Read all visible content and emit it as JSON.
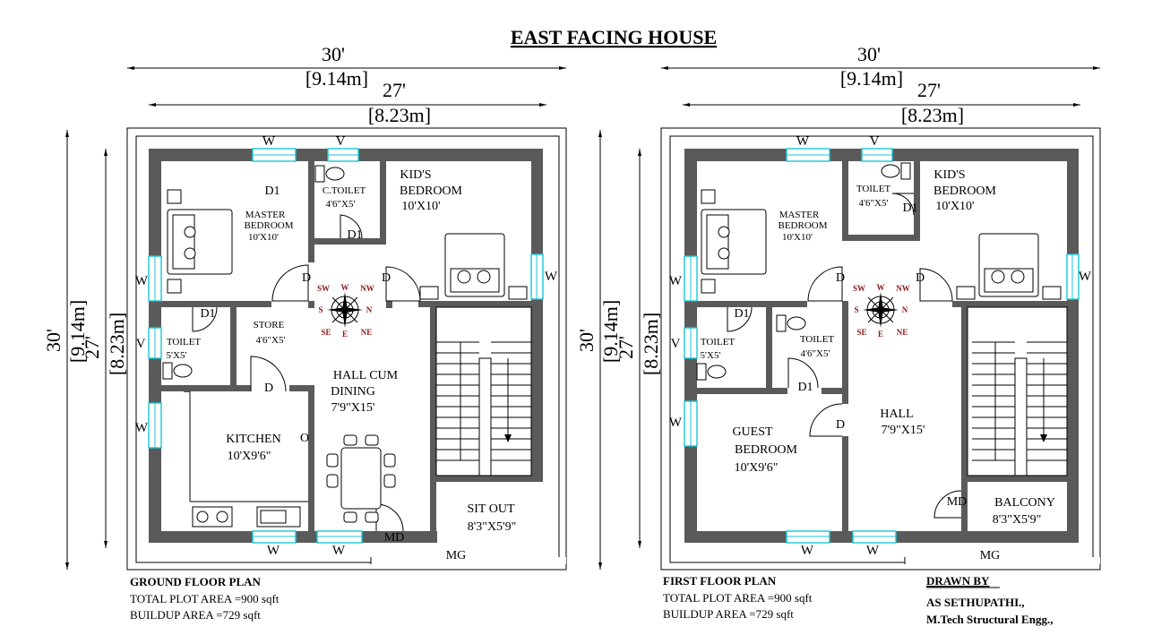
{
  "title": "EAST FACING HOUSE",
  "plans": [
    {
      "dims": {
        "outer_w_ft": "30'",
        "outer_w_m": "[9.14m]",
        "inner_w_ft": "27'",
        "inner_w_m": "[8.23m]",
        "outer_h_ft": "30'",
        "outer_h_m": "[9.14m]",
        "inner_h_ft": "27'",
        "inner_h_m": "[8.23m]"
      },
      "rooms": {
        "master_d1": "D1",
        "master_name": "MASTER",
        "master_name2": "BEDROOM",
        "master_size": "10'X10'",
        "ctoilet_name": "C.TOILET",
        "ctoilet_size": "4'6\"X5'",
        "ctoilet_d1": "D1",
        "kids_name": "KID'S",
        "kids_name2": "BEDROOM",
        "kids_size": "10'X10'",
        "toilet_name": "TOILET",
        "toilet_size": "5'X5'",
        "toilet_d1": "D1",
        "store_name": "STORE",
        "store_size": "4'6\"X5'",
        "store_d": "D",
        "hall_name": "HALL CUM",
        "hall_name2": "DINING",
        "hall_size": "7'9\"X15'",
        "kitchen_name": "KITCHEN",
        "kitchen_size": "10'X9'6\"",
        "kitchen_o": "O",
        "sitout_name": "SIT OUT",
        "sitout_size": "8'3\"X5'9\"",
        "md": "MD",
        "mg": "MG",
        "d_left": "D",
        "d_right": "D"
      },
      "marks": {
        "w_top": "W",
        "v_top": "V",
        "w_left1": "W",
        "v_left": "V",
        "w_left2": "W",
        "w_right": "W",
        "w_bot1": "W",
        "w_bot2": "W"
      },
      "caption": "GROUND FLOOR PLAN",
      "plot_area": "TOTAL PLOT AREA =900 sqft",
      "build_area": "BUILDUP AREA =729 sqft"
    },
    {
      "dims": {
        "outer_w_ft": "30'",
        "outer_w_m": "[9.14m]",
        "inner_w_ft": "27'",
        "inner_w_m": "[8.23m]",
        "outer_h_ft": "30'",
        "outer_h_m": "[9.14m]",
        "inner_h_ft": "27'",
        "inner_h_m": "[8.23m]"
      },
      "rooms": {
        "master_name": "MASTER",
        "master_name2": "BEDROOM",
        "master_size": "10'X10'",
        "toilet1_name": "TOILET",
        "toilet1_size": "4'6\"X5'",
        "toilet1_d1": "D1",
        "kids_name": "KID'S",
        "kids_name2": "BEDROOM",
        "kids_size": "10'X10'",
        "toilet2_name": "TOILET",
        "toilet2_size": "5'X5'",
        "toilet2_d1": "D1",
        "toilet3_name": "TOILET",
        "toilet3_size": "4'6\"X5'",
        "toilet3_d1": "D1",
        "guest_name": "GUEST",
        "guest_name2": "BEDROOM",
        "guest_size": "10'X9'6\"",
        "guest_d": "D",
        "hall_name": "HALL",
        "hall_size": "7'9\"X15'",
        "balcony_name": "BALCONY",
        "balcony_size": "8'3\"X5'9\"",
        "md": "MD",
        "mg": "MG",
        "d_left": "D",
        "d_right": "D"
      },
      "marks": {
        "w_top": "W",
        "v_top": "V",
        "w_left1": "W",
        "v_left": "V",
        "w_left2": "W",
        "w_right": "W",
        "w_bot1": "W",
        "w_bot2": "W"
      },
      "caption": "FIRST FLOOR PLAN",
      "plot_area": "TOTAL PLOT AREA =900 sqft",
      "build_area": "BUILDUP AREA =729 sqft"
    }
  ],
  "compass": {
    "n": "N",
    "s": "S",
    "e": "E",
    "w": "W",
    "nw": "NW",
    "sw": "SW",
    "ne": "NE",
    "se": "SE"
  },
  "drawn_by": {
    "label": "DRAWN BY",
    "name": "AS SETHUPATHI.,",
    "qual": "M.Tech Structural Engg.,"
  }
}
